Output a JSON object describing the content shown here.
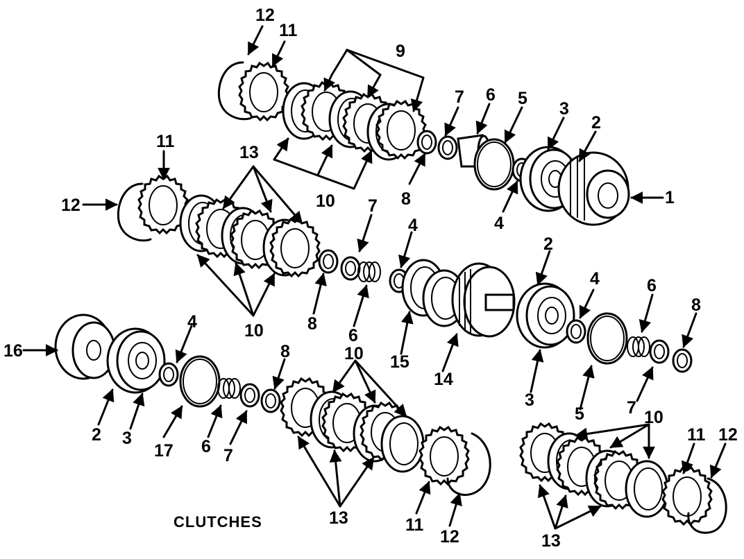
{
  "caption": "CLUTCHES",
  "callouts": [
    "1",
    "2",
    "3",
    "4",
    "5",
    "6",
    "7",
    "8",
    "9",
    "10",
    "11",
    "12",
    "13",
    "14",
    "15",
    "16",
    "17"
  ],
  "diagram": {
    "type": "exploded-parts",
    "rows": [
      {
        "name": "upper",
        "labels": [
          "12",
          "11",
          "9",
          "10",
          "7",
          "8",
          "6",
          "5",
          "3",
          "4",
          "2",
          "1"
        ]
      },
      {
        "name": "middle",
        "labels": [
          "11",
          "12",
          "13",
          "10",
          "7",
          "8",
          "6",
          "4",
          "15",
          "14",
          "2",
          "3",
          "4",
          "5",
          "6",
          "7",
          "8"
        ]
      },
      {
        "name": "lower",
        "labels": [
          "16",
          "2",
          "3",
          "4",
          "17",
          "6",
          "7",
          "8",
          "10",
          "13",
          "11",
          "12",
          "10",
          "13",
          "11",
          "12"
        ]
      }
    ]
  }
}
